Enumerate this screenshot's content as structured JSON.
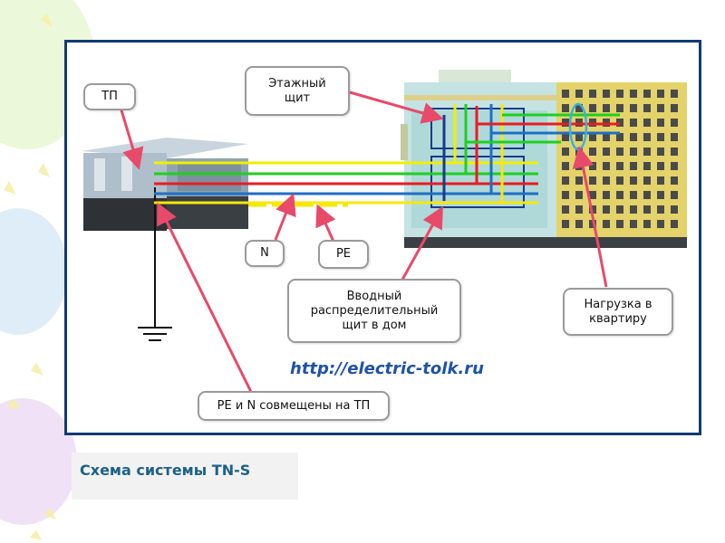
{
  "labels": {
    "tp": "ТП",
    "floor_panel": "Этажный\nщит",
    "n": "N",
    "pe": "PE",
    "input_panel": "Вводный\nраспределительный\nщит в дом",
    "apartment_load": "Нагрузка в\nквартиру",
    "pen_combined": "PE и N совмещены на ТП"
  },
  "url": "http://electric-tolk.ru",
  "caption": "Схема системы TN-S",
  "colors": {
    "frame": "#123a73",
    "phase_yellow": "#f0f000",
    "phase_green": "#1fcf1f",
    "phase_red": "#e81c24",
    "neutral_blue": "#1f6fc4",
    "pe_yellow": "#f6e80a",
    "arrow": "#e84a6a",
    "url": "#1e52a6",
    "caption": "#1d6187"
  }
}
